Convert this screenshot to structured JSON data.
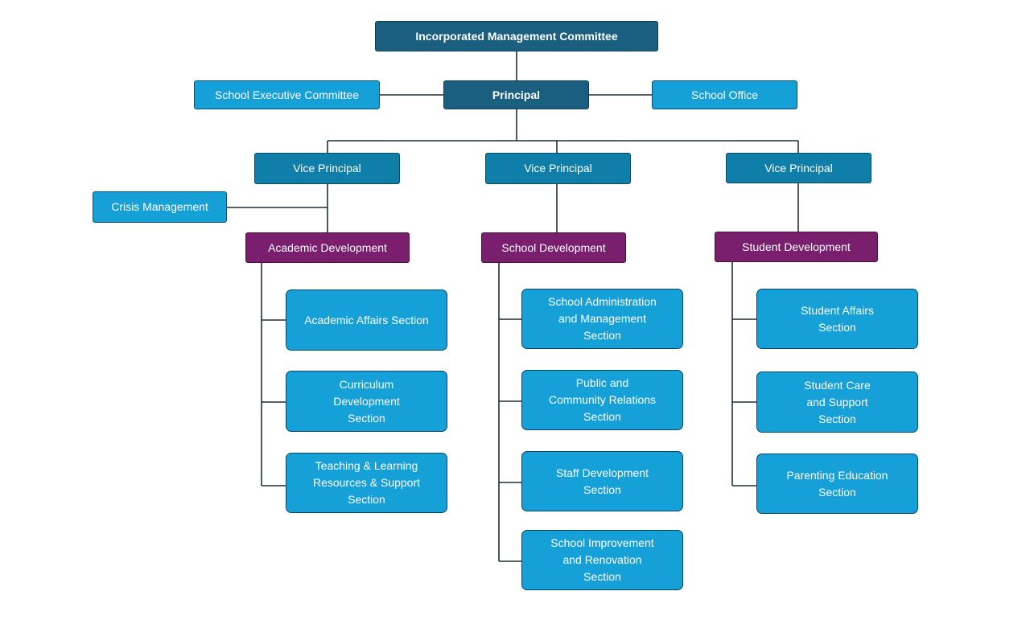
{
  "nodes": {
    "imc": "Incorporated Management Committee",
    "principal": "Principal",
    "exec_committee": "School Executive Committee",
    "school_office": "School Office",
    "vp_left": "Vice Principal",
    "vp_center": "Vice Principal",
    "vp_right": "Vice Principal",
    "crisis": "Crisis Management",
    "academic_dev": "Academic Development",
    "school_dev": "School Development",
    "student_dev": "Student Development",
    "academic_affairs": "Academic Affairs Section",
    "curriculum_dev": "Curriculum\nDevelopment\nSection",
    "teaching_learning": "Teaching & Learning\nResources & Support\nSection",
    "school_admin": "School Administration\nand Management\nSection",
    "public_relations": "Public and\nCommunity Relations\nSection",
    "staff_dev": "Staff Development\nSection",
    "school_improvement": "School Improvement\nand Renovation\nSection",
    "student_affairs": "Student Affairs\nSection",
    "student_care": "Student Care\nand Support\nSection",
    "parenting_edu": "Parenting Education\nSection"
  },
  "colors": {
    "top_level": "#1a5f80",
    "vice_principal": "#0f7ea8",
    "unit": "#16a0d8",
    "development_group": "#7a1f6e",
    "connector": "#1c2f3d"
  }
}
